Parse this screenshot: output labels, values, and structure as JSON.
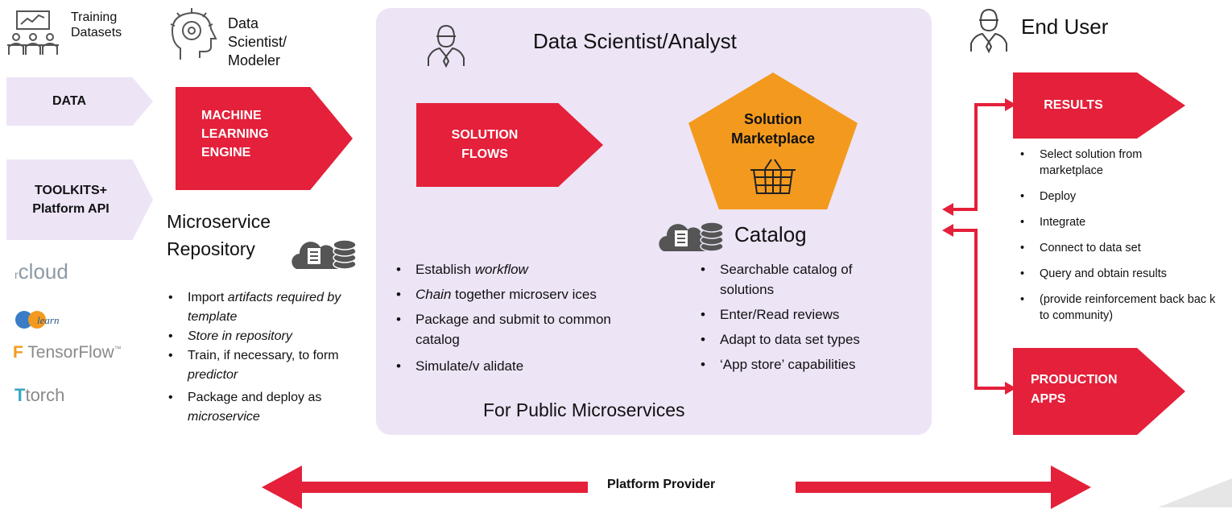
{
  "top": {
    "training": "Training\nDatasets",
    "modeler": "Data\nScientist/\nModeler",
    "analyst": "Data Scientist/Analyst",
    "end_user": "End User"
  },
  "left": {
    "data": "DATA",
    "toolkits": "TOOLKITS+\nPlatform API",
    "logos": [
      "rcloud",
      "learn",
      "TensorFlow",
      "torch"
    ]
  },
  "ml_engine": "MACHINE\nLEARNING\nENGINE",
  "repo": {
    "title": "Microservice\nRepository",
    "items": [
      {
        "parts": [
          {
            "t": "Import  ",
            "i": false
          },
          {
            "t": "artifacts required by template",
            "i": true
          }
        ]
      },
      {
        "parts": [
          {
            "t": "Store in repository",
            "i": true
          }
        ]
      },
      {
        "parts": [
          {
            "t": "Train, if necessary, to form ",
            "i": false
          },
          {
            "t": "predictor",
            "i": true
          }
        ]
      },
      {
        "parts": [
          {
            "t": "Package and deploy as ",
            "i": false
          },
          {
            "t": "microservice",
            "i": true
          }
        ]
      }
    ]
  },
  "solution_flows": "SOLUTION\nFLOWS",
  "marketplace": "Solution\nMarketplace",
  "catalog": "Catalog",
  "flows_items": [
    {
      "parts": [
        {
          "t": "Establish ",
          "i": false
        },
        {
          "t": "workflow",
          "i": true
        }
      ]
    },
    {
      "parts": [
        {
          "t": "Chain",
          "i": true
        },
        {
          "t": " together microserv ices",
          "i": false
        }
      ]
    },
    {
      "parts": [
        {
          "t": "Package and submit to common catalog",
          "i": false
        }
      ]
    },
    {
      "parts": [
        {
          "t": "Simulate/v alidate",
          "i": false
        }
      ]
    }
  ],
  "catalog_items": [
    "Searchable catalog of solutions",
    "Enter/Read reviews",
    "Adapt to data set types",
    "‘App store’ capabilities"
  ],
  "public": "For Public Microservices",
  "results": "RESULTS",
  "results_items": [
    "Select solution from marketplace",
    "Deploy",
    "Integrate",
    "Connect to data set",
    "Query and obtain results",
    "(provide reinforcement back bac k to community)"
  ],
  "production": "PRODUCTION\nAPPS",
  "platform": "Platform Provider",
  "colors": {
    "red": "#e4203a",
    "purple": "#ede4f6",
    "orange": "#f39a1e"
  }
}
